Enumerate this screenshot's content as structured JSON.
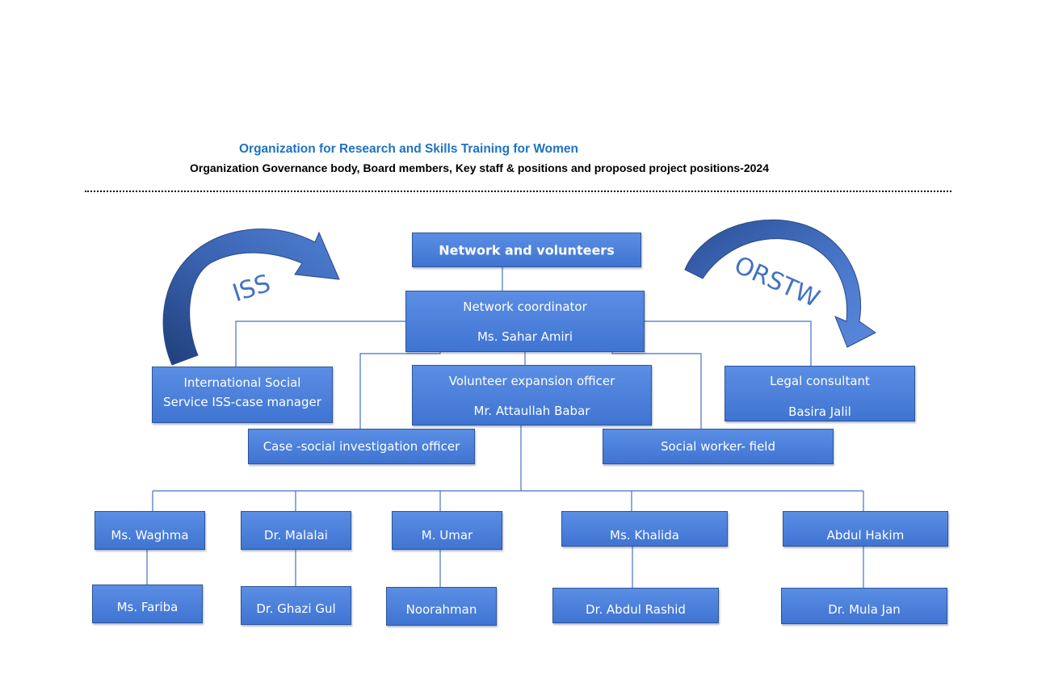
{
  "header": {
    "title": "Organization for Research and Skills Training for Women",
    "subtitle": "Organization Governance body, Board members, Key staff & positions and proposed project positions-2024"
  },
  "arrows": {
    "left_label": "ISS",
    "right_label": "ORSTW"
  },
  "nodes": {
    "network": "Network and volunteers",
    "coordinator": {
      "role": "Network coordinator",
      "name": "Ms. Sahar Amiri"
    },
    "iss": {
      "line1": "International Social",
      "line2": "Service ISS-case manager"
    },
    "volunteer": {
      "role": "Volunteer expansion officer",
      "name": "Mr. Attaullah Babar"
    },
    "legal": {
      "role": "Legal consultant",
      "name": "Basira Jalil"
    },
    "case_officer": "Case -social investigation officer",
    "social_worker": "Social worker- field",
    "row1": [
      "Ms. Waghma",
      "Dr. Malalai",
      "M. Umar",
      "Ms. Khalida",
      "Abdul Hakim"
    ],
    "row2": [
      "Ms. Fariba",
      "Dr. Ghazi Gul",
      "Noorahman",
      "Dr. Abdul Rashid",
      "Dr. Mula Jan"
    ]
  },
  "colors": {
    "box_fill": "#4a7fdc",
    "box_border": "#2f5597",
    "connector": "#4472c4",
    "title": "#1f73c0",
    "arrow_label": "#4472c4"
  }
}
